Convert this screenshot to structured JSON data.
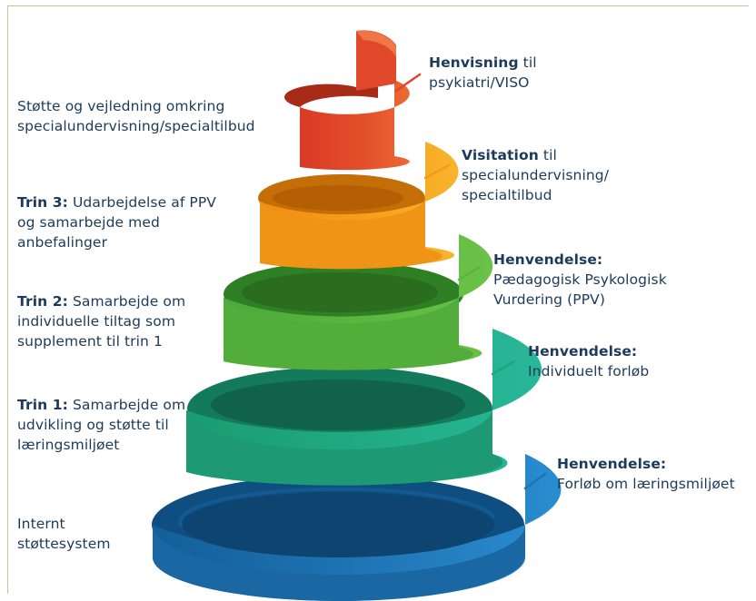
{
  "left_labels": [
    {
      "id": "stoette",
      "bold": "",
      "lines": [
        "Støtte og vejledning omkring",
        "specialundervisning/specialtilbud"
      ]
    },
    {
      "id": "trin3",
      "bold": "Trin 3:",
      "lines": [
        " Udarbejdelse af PPV",
        "og samarbejde med",
        "anbefalinger"
      ]
    },
    {
      "id": "trin2",
      "bold": "Trin 2:",
      "lines": [
        " Samarbejde om",
        "individuelle tiltag som",
        "supplement til trin 1"
      ]
    },
    {
      "id": "trin1",
      "bold": "Trin 1:",
      "lines": [
        " Samarbejde om",
        "udvikling og støtte til",
        "læringsmiljøet"
      ]
    },
    {
      "id": "internt",
      "bold": "",
      "lines": [
        "Internt",
        "støttesystem"
      ]
    }
  ],
  "right_labels": [
    {
      "id": "henvisning",
      "bold": "Henvisning",
      "lines": [
        " til",
        "psykiatri/VISO"
      ]
    },
    {
      "id": "visitation",
      "bold": "Visitation",
      "lines": [
        " til",
        "specialundervisning/",
        "specialtilbud"
      ]
    },
    {
      "id": "ppv",
      "bold": "Henvendelse:",
      "lines": [
        "",
        "Pædagogisk Psykologisk",
        "Vurdering (PPV)"
      ]
    },
    {
      "id": "individuelt",
      "bold": "Henvendelse:",
      "lines": [
        "",
        "Individuelt forløb"
      ]
    },
    {
      "id": "laeringsmiljoe",
      "bold": "Henvendelse:",
      "lines": [
        "",
        "Forløb om læringsmiljøet"
      ]
    }
  ],
  "colors": {
    "text": "#1c3a5a",
    "blue": "#1f74b4",
    "teal": "#1fa57f",
    "green": "#5ab63d",
    "orange": "#f39a1c",
    "red": "#e0472a"
  }
}
